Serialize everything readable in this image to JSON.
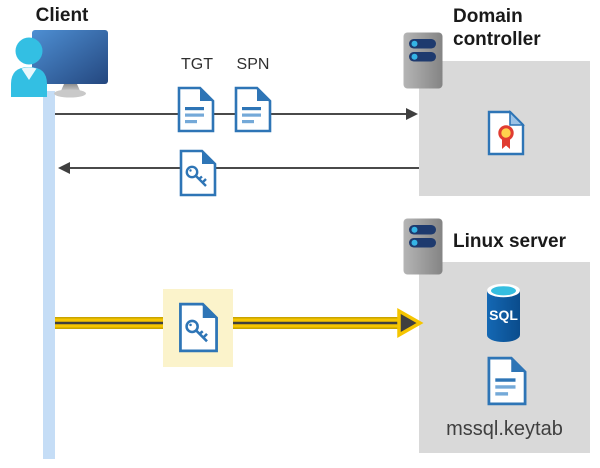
{
  "diagram": {
    "type": "kerberos-authentication-flow",
    "client": {
      "label": "Client"
    },
    "domain_controller": {
      "label": "Domain controller"
    },
    "linux_server": {
      "label": "Linux server",
      "keytab_file": "mssql.keytab",
      "sql_label": "SQL"
    },
    "messages": {
      "tgt_label": "TGT",
      "spn_label": "SPN"
    },
    "icons": [
      "client-user-computer-icon",
      "tgt-document-icon",
      "spn-document-icon",
      "key-ticket-icon",
      "highlighted-key-ticket-icon",
      "server-icon",
      "certificate-icon",
      "sql-database-icon",
      "keytab-file-icon"
    ],
    "colors": {
      "box_background": "#D9D9D9",
      "lifeline_blue": "#C5DDF6",
      "arrow_gray": "#4A4A4A",
      "highlight_yellow": "#F5C500",
      "highlight_edge": "#C9A400",
      "highlight_background": "#FBF3CB",
      "document_blue": "#2E75B6",
      "document_light_blue": "#74A9D8",
      "sql_blue": "#0D5EAC",
      "cyan_accent": "#33BFE3",
      "cert_red": "#E03C31",
      "cert_yellow": "#FFD24D",
      "server_pill_navy": "#1E3A6E"
    }
  }
}
